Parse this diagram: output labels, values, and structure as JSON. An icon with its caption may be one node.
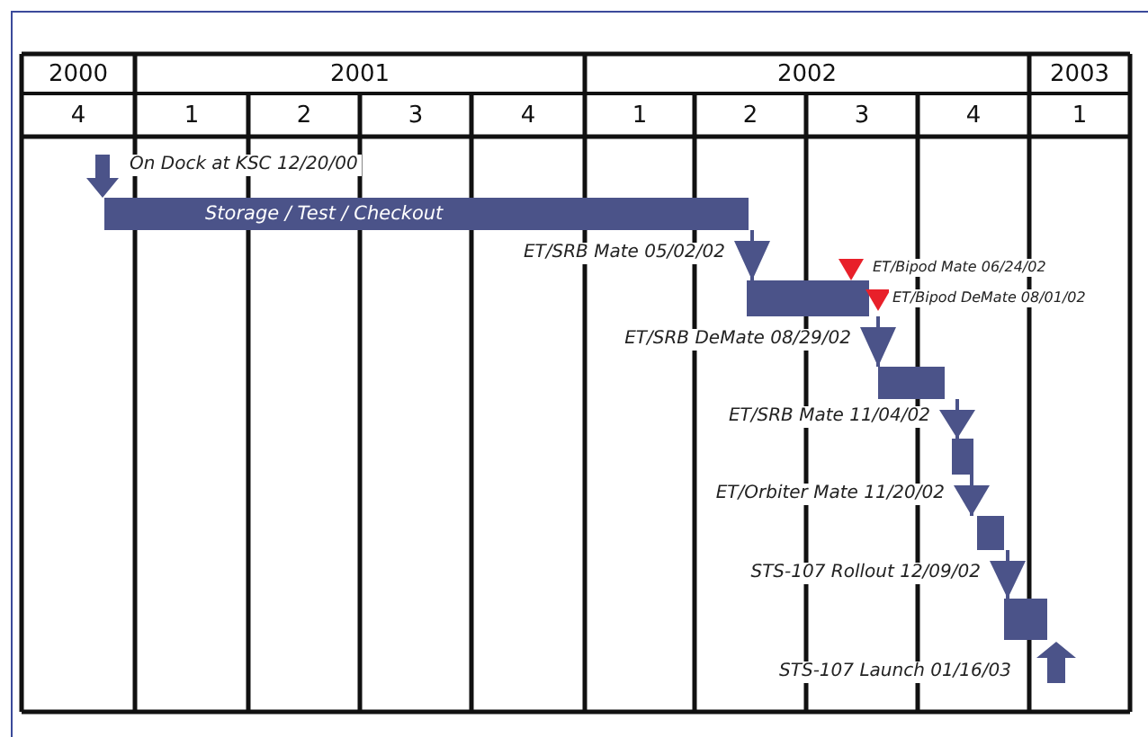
{
  "diagram": {
    "nodes": [
      {
        "text": [
          "Storage / Test / Checkout"
        ]
      },
      {
        "text": [],
        "shape": "bar"
      },
      {
        "text": [],
        "shape": "bar"
      },
      {
        "text": [],
        "shape": "bar"
      },
      {
        "text": [],
        "shape": "bar"
      },
      {
        "text": [],
        "shape": "bar"
      }
    ],
    "edges": [
      {
        "from": 0,
        "to": 1,
        "arrow": "to",
        "label": "ET/SRB Mate 05/02/02"
      },
      {
        "from": 1,
        "to": 2,
        "arrow": "to",
        "label": "ET/SRB DeMate 08/29/02"
      },
      {
        "from": 2,
        "to": 3,
        "arrow": "to",
        "label": "ET/SRB Mate 11/04/02"
      },
      {
        "from": 3,
        "to": 4,
        "arrow": "to",
        "label": "ET/Orbiter Mate 11/20/02"
      },
      {
        "from": 4,
        "to": 5,
        "arrow": "to",
        "label": "STS-107 Rollout 12/09/02"
      }
    ],
    "labels": [
      "2000",
      "2001",
      "2002",
      "2003",
      "4",
      "1",
      "2",
      "3",
      "4",
      "1",
      "2",
      "3",
      "4",
      "1",
      "On Dock at KSC 12/20/00",
      "ET/Bipod Mate 06/24/02",
      "ET/Bipod DeMate 08/01/02",
      "STS-107 Launch 01/16/03"
    ]
  }
}
